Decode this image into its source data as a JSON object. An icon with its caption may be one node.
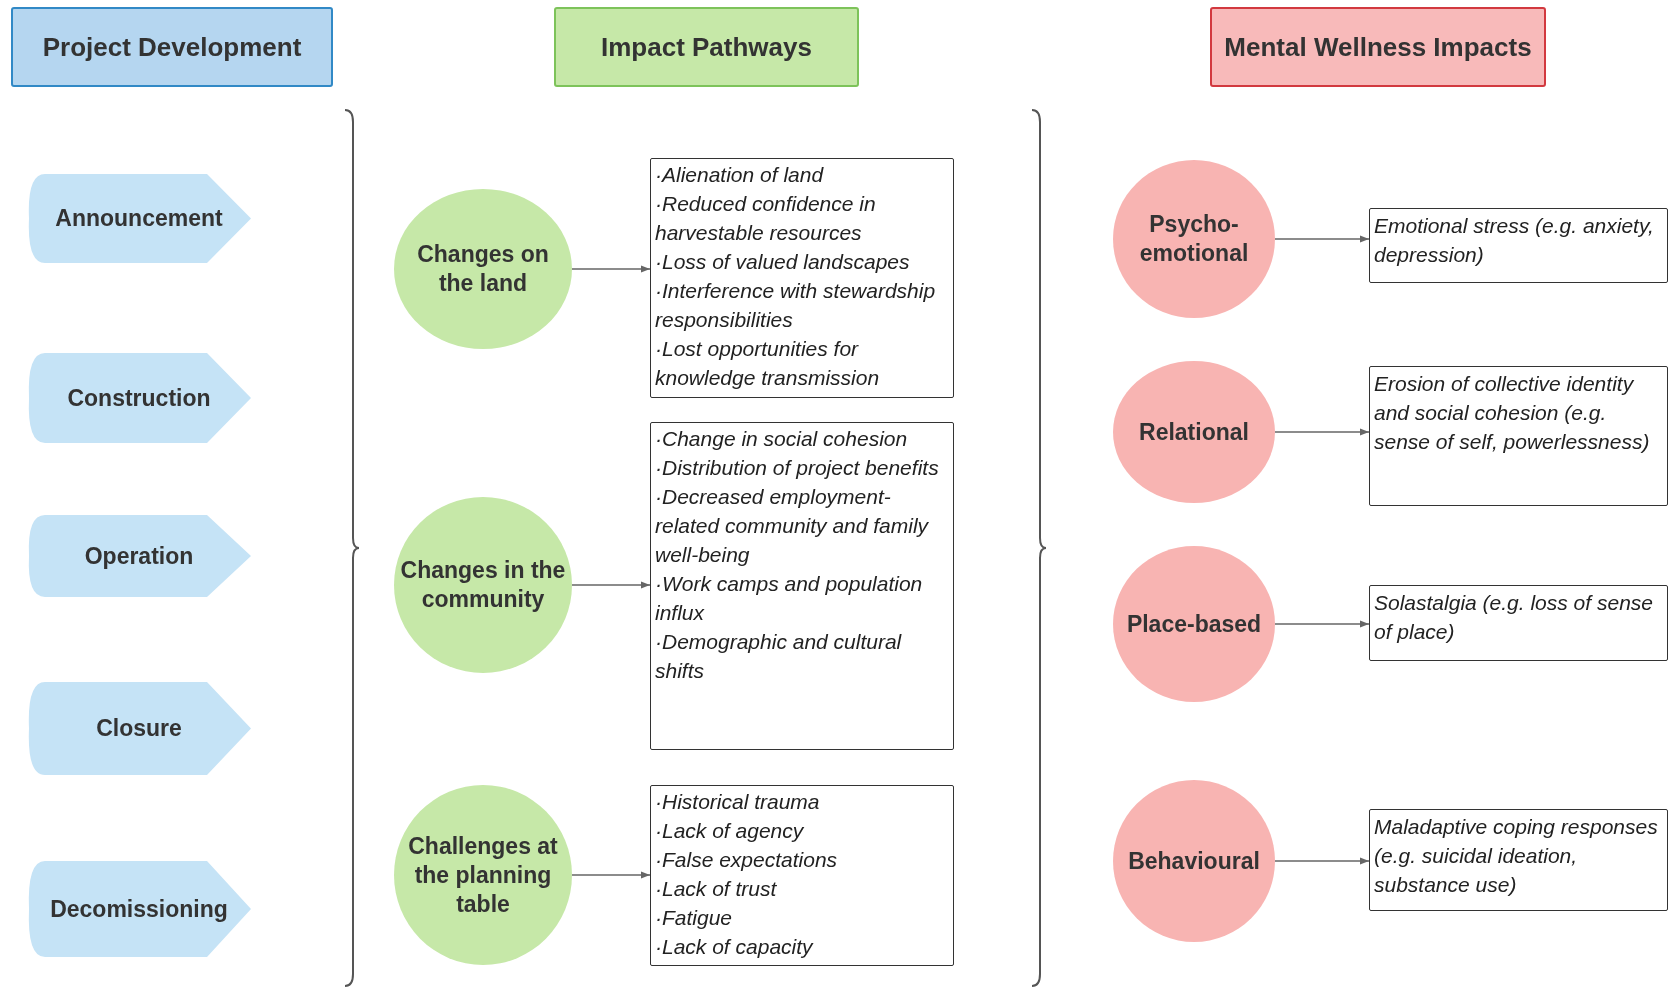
{
  "diagram": {
    "nodes": [
      {
        "text": [
          "Project Development"
        ]
      },
      {
        "text": [
          "Impact Pathways"
        ]
      },
      {
        "text": [
          "Mental Wellness Impacts"
        ]
      },
      {
        "text": [
          "Announcement"
        ]
      },
      {
        "text": [
          "Construction"
        ]
      },
      {
        "text": [
          "Operation"
        ]
      },
      {
        "text": [
          "Closure"
        ]
      },
      {
        "text": [
          "Decomissioning"
        ]
      },
      {
        "text": [
          "Changes on the land"
        ]
      },
      {
        "text": [
          "·Alienation of land",
          "·Reduced confidence in harvestable resources",
          "·Loss of valued landscapes",
          "·Interference with stewardship responsibilities",
          "·Lost opportunities for knowledge transmission"
        ]
      },
      {
        "text": [
          "Changes in the community"
        ]
      },
      {
        "text": [
          "·Change in social cohesion",
          "·Distribution of project benefits",
          "·Decreased employment-related community and family well-being",
          "·Work camps and population influx",
          "·Demographic and cultural shifts"
        ]
      },
      {
        "text": [
          "Challenges at the planning table"
        ]
      },
      {
        "text": [
          "·Historical trauma",
          "·Lack of agency",
          "·False expectations",
          "·Lack of trust",
          "·Fatigue",
          "·Lack of capacity"
        ]
      },
      {
        "text": [
          "Psycho-emotional"
        ]
      },
      {
        "text": [
          "Emotional stress (e.g. anxiety, depression)"
        ]
      },
      {
        "text": [
          "Relational"
        ]
      },
      {
        "text": [
          "Erosion of collective identity and social cohesion (e.g. sense of self, powerlessness)"
        ]
      },
      {
        "text": [
          "Place-based"
        ]
      },
      {
        "text": [
          "Solastalgia (e.g. loss of sense of place)"
        ]
      },
      {
        "text": [
          "Behavioural"
        ]
      },
      {
        "text": [
          "Maladaptive coping responses (e.g. suicidal ideation, substance use)"
        ]
      }
    ],
    "edges": [
      {
        "from": 8,
        "to": 9,
        "arrow": "to"
      },
      {
        "from": 10,
        "to": 11,
        "arrow": "to"
      },
      {
        "from": 12,
        "to": 13,
        "arrow": "to"
      },
      {
        "from": 14,
        "to": 15,
        "arrow": "to"
      },
      {
        "from": 16,
        "to": 17,
        "arrow": "to"
      },
      {
        "from": 18,
        "to": 19,
        "arrow": "to"
      },
      {
        "from": 20,
        "to": 21,
        "arrow": "to"
      }
    ]
  }
}
